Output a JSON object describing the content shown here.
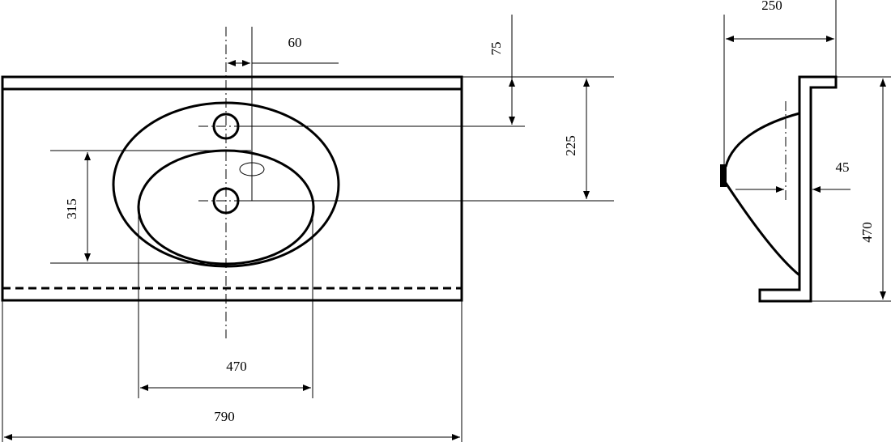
{
  "dimensions": {
    "tap_offset": "60",
    "top_to_tap": "75",
    "top_to_drain": "225",
    "bowl_depth_front": "315",
    "bowl_width": "470",
    "total_width": "790",
    "side_depth": "250",
    "side_height": "470",
    "side_inset": "45"
  },
  "colors": {
    "line": "#000000",
    "background": "#ffffff"
  }
}
